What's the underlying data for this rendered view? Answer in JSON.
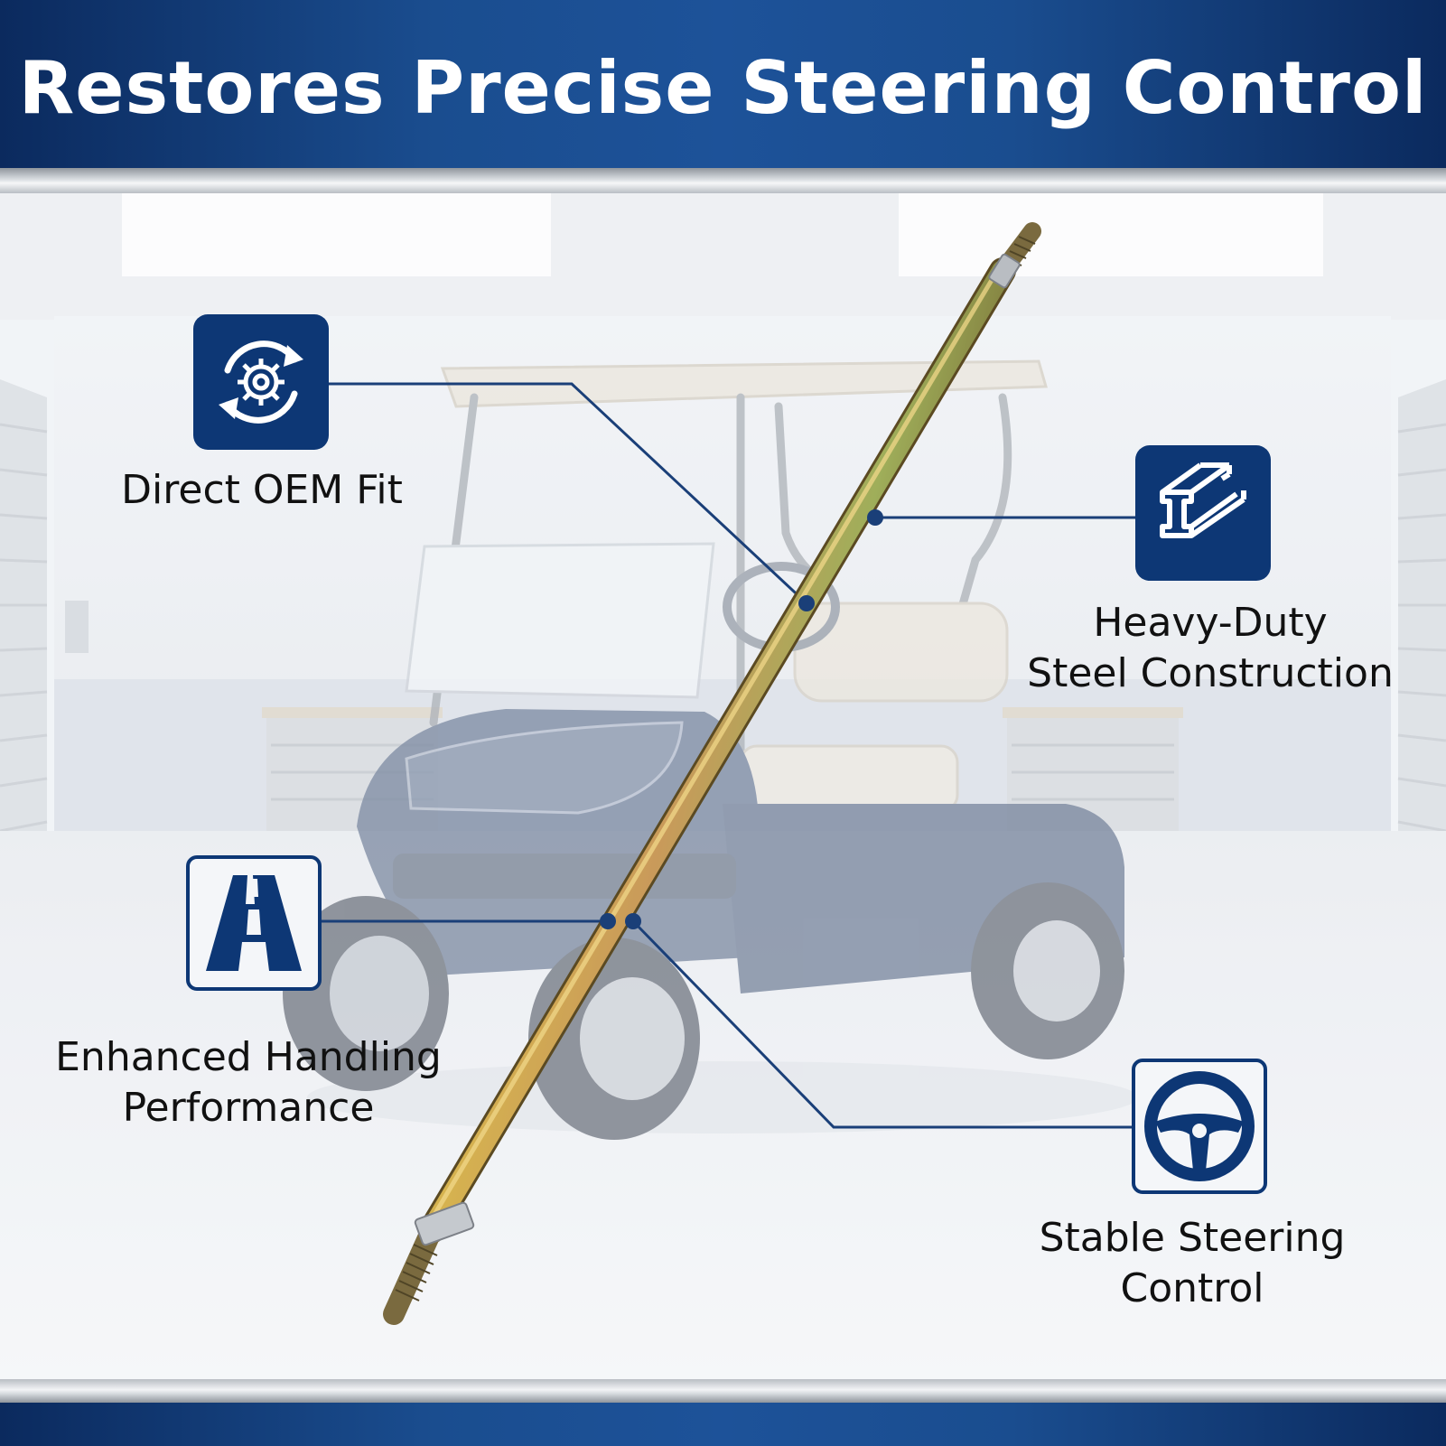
{
  "banner": {
    "title": "Restores Precise Steering Control"
  },
  "features": {
    "oem_fit": {
      "label": "Direct OEM Fit",
      "icon": "rotating-gear-icon"
    },
    "heavy_duty": {
      "label_line1": "Heavy-Duty",
      "label_line2": "Steel Construction",
      "icon": "steel-i-beam-icon"
    },
    "handling": {
      "label_line1": "Enhanced Handling",
      "label_line2": "Performance",
      "icon": "road-icon"
    },
    "steering": {
      "label_line1": "Stable Steering",
      "label_line2": "Control",
      "icon": "steering-wheel-icon"
    }
  },
  "colors": {
    "brand_navy": "#0d3775",
    "banner_dark": "#0b2a5e",
    "text": "#111111"
  }
}
